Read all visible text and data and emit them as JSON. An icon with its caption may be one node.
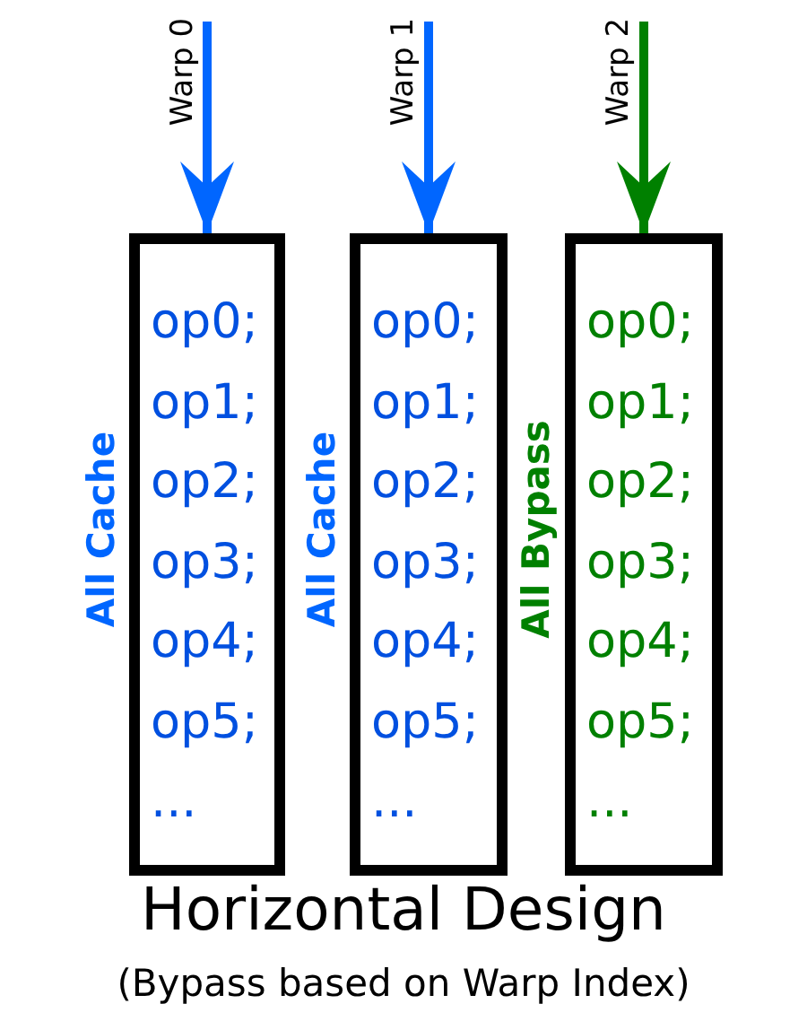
{
  "diagram": {
    "title": "Horizontal Design",
    "caption": "(Bypass based on Warp Index)",
    "nodes": [
      {
        "text": [
          "op0;",
          "op1;",
          "op2;",
          "op3;",
          "op4;",
          "op5;",
          "..."
        ],
        "beside": [
          "All Cache"
        ]
      },
      {
        "text": [
          "op0;",
          "op1;",
          "op2;",
          "op3;",
          "op4;",
          "op5;",
          "..."
        ],
        "beside": [
          "All Cache"
        ]
      },
      {
        "text": [
          "op0;",
          "op1;",
          "op2;",
          "op3;",
          "op4;",
          "op5;",
          "..."
        ],
        "beside": [
          "All Bypass"
        ]
      }
    ],
    "edges": [
      {
        "from": null,
        "to": 0,
        "arrow": "to",
        "label": "Warp 0"
      },
      {
        "from": null,
        "to": 1,
        "arrow": "to",
        "label": "Warp 1"
      },
      {
        "from": null,
        "to": 2,
        "arrow": "to",
        "label": "Warp 2",
        "color": "#008000"
      }
    ]
  }
}
